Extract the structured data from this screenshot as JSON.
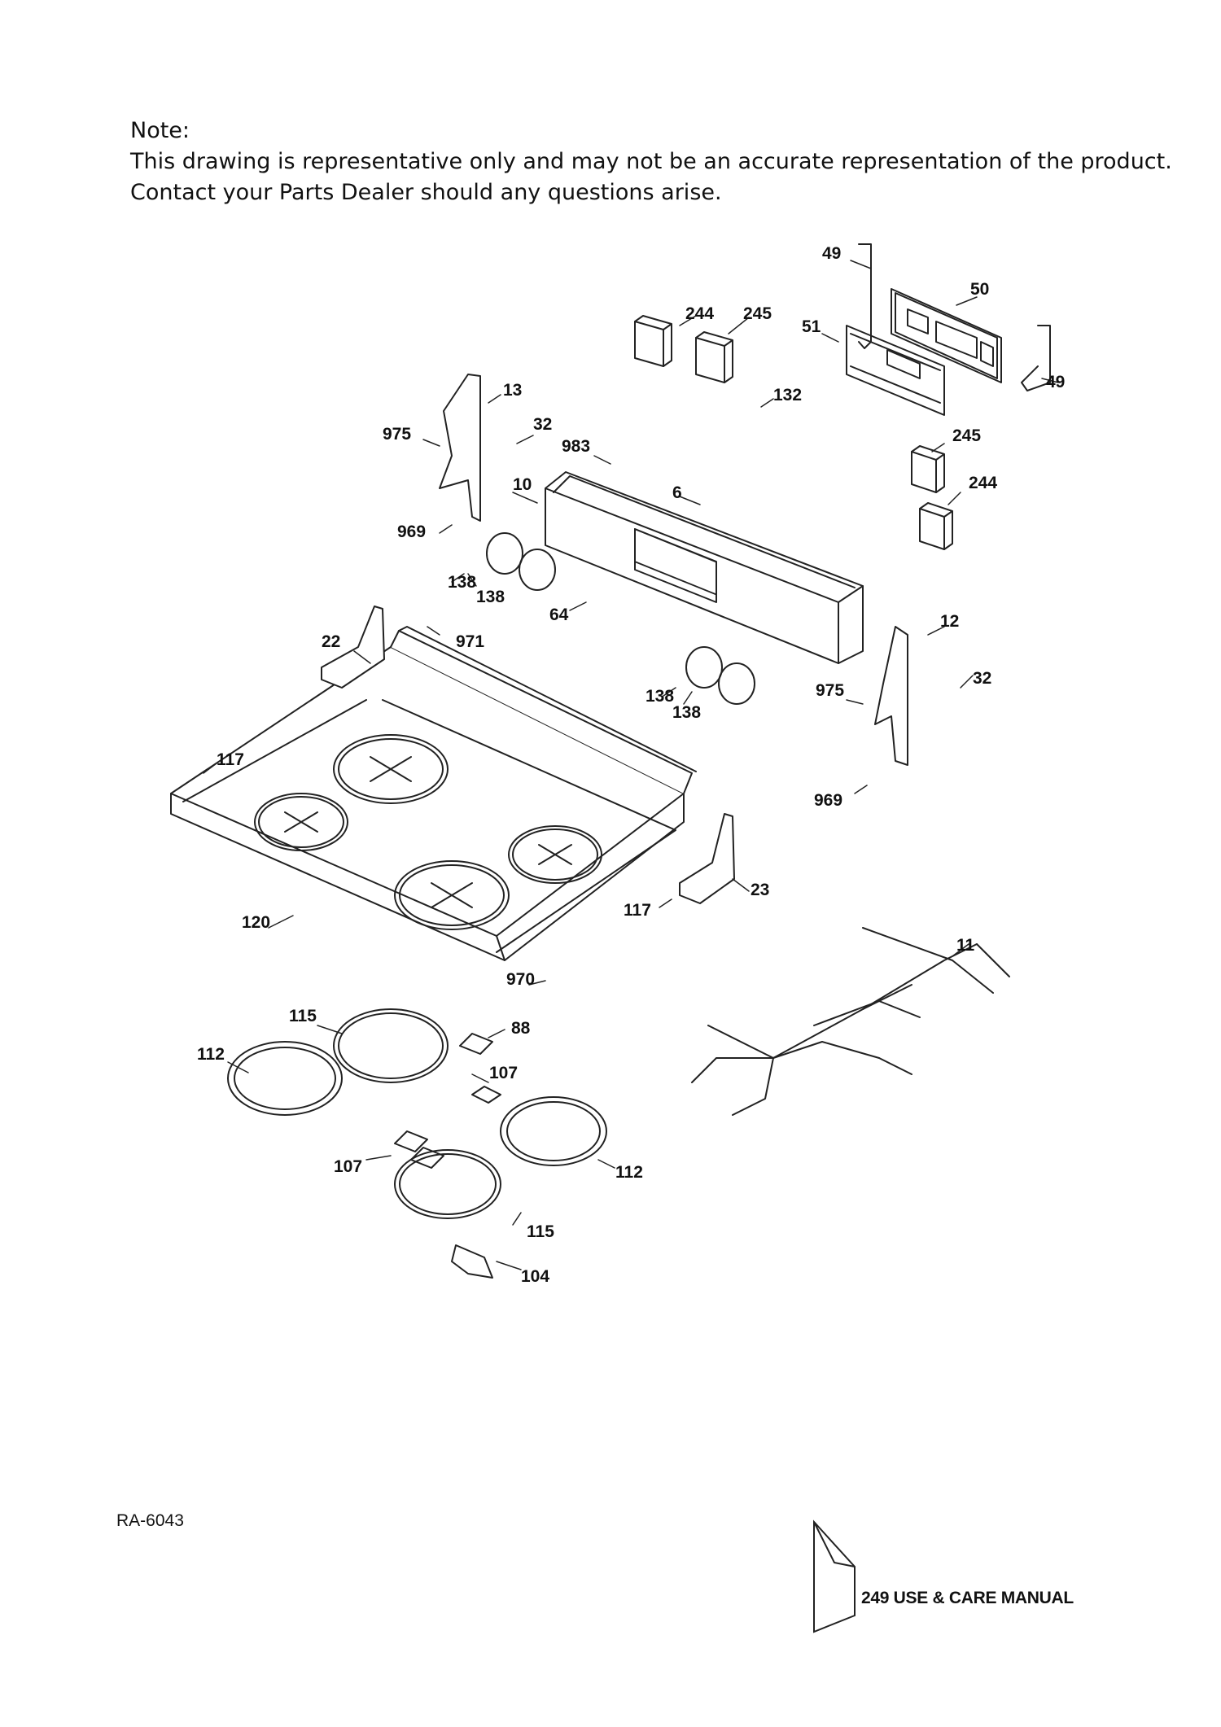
{
  "note": {
    "heading": "Note:",
    "line1": "This drawing is representative only and may not be an accurate representation of the product.",
    "line2": "Contact your Parts Dealer should any questions arise."
  },
  "callouts": [
    {
      "id": "c49a",
      "label": "49"
    },
    {
      "id": "c50",
      "label": "50"
    },
    {
      "id": "c244a",
      "label": "244"
    },
    {
      "id": "c245a",
      "label": "245"
    },
    {
      "id": "c51",
      "label": "51"
    },
    {
      "id": "c49b",
      "label": "49"
    },
    {
      "id": "c132",
      "label": "132"
    },
    {
      "id": "c13",
      "label": "13"
    },
    {
      "id": "c975a",
      "label": "975"
    },
    {
      "id": "c32a",
      "label": "32"
    },
    {
      "id": "c983",
      "label": "983"
    },
    {
      "id": "c245b",
      "label": "245"
    },
    {
      "id": "c10",
      "label": "10"
    },
    {
      "id": "c6",
      "label": "6"
    },
    {
      "id": "c244b",
      "label": "244"
    },
    {
      "id": "c969a",
      "label": "969"
    },
    {
      "id": "c138a",
      "label": "138"
    },
    {
      "id": "c138b",
      "label": "138"
    },
    {
      "id": "c64",
      "label": "64"
    },
    {
      "id": "c12",
      "label": "12"
    },
    {
      "id": "c22",
      "label": "22"
    },
    {
      "id": "c971",
      "label": "971"
    },
    {
      "id": "c32b",
      "label": "32"
    },
    {
      "id": "c138c",
      "label": "138"
    },
    {
      "id": "c975b",
      "label": "975"
    },
    {
      "id": "c138d",
      "label": "138"
    },
    {
      "id": "c117a",
      "label": "117"
    },
    {
      "id": "c969b",
      "label": "969"
    },
    {
      "id": "c23",
      "label": "23"
    },
    {
      "id": "c117b",
      "label": "117"
    },
    {
      "id": "c120",
      "label": "120"
    },
    {
      "id": "c11",
      "label": "11"
    },
    {
      "id": "c970",
      "label": "970"
    },
    {
      "id": "c115a",
      "label": "115"
    },
    {
      "id": "c88",
      "label": "88"
    },
    {
      "id": "c112a",
      "label": "112"
    },
    {
      "id": "c107a",
      "label": "107"
    },
    {
      "id": "c107b",
      "label": "107"
    },
    {
      "id": "c112b",
      "label": "112"
    },
    {
      "id": "c115b",
      "label": "115"
    },
    {
      "id": "c104",
      "label": "104"
    }
  ],
  "footer": {
    "ref": "RA-6043",
    "manual": "249  USE & CARE MANUAL"
  }
}
